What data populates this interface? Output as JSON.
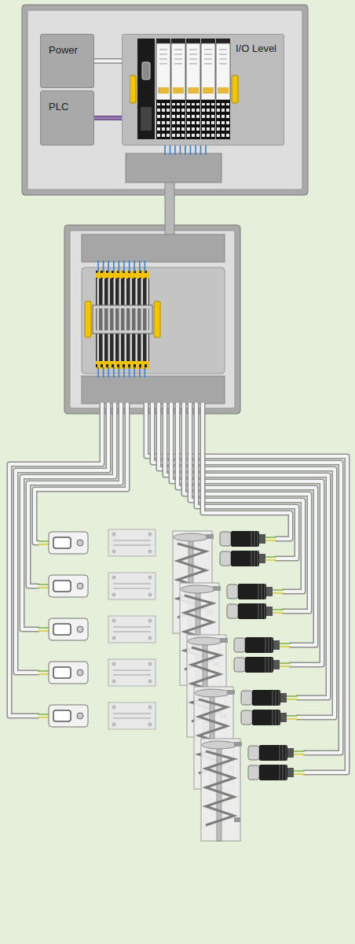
{
  "diagram": {
    "nodes": [
      {
        "text": [
          "Power"
        ]
      },
      {
        "text": [
          "PLC"
        ]
      },
      {
        "text": [
          "I/O Level"
        ]
      }
    ],
    "edges": [
      {
        "from": 0,
        "to": 2,
        "arrow": "none"
      },
      {
        "from": 1,
        "to": 2,
        "arrow": "none"
      }
    ]
  }
}
